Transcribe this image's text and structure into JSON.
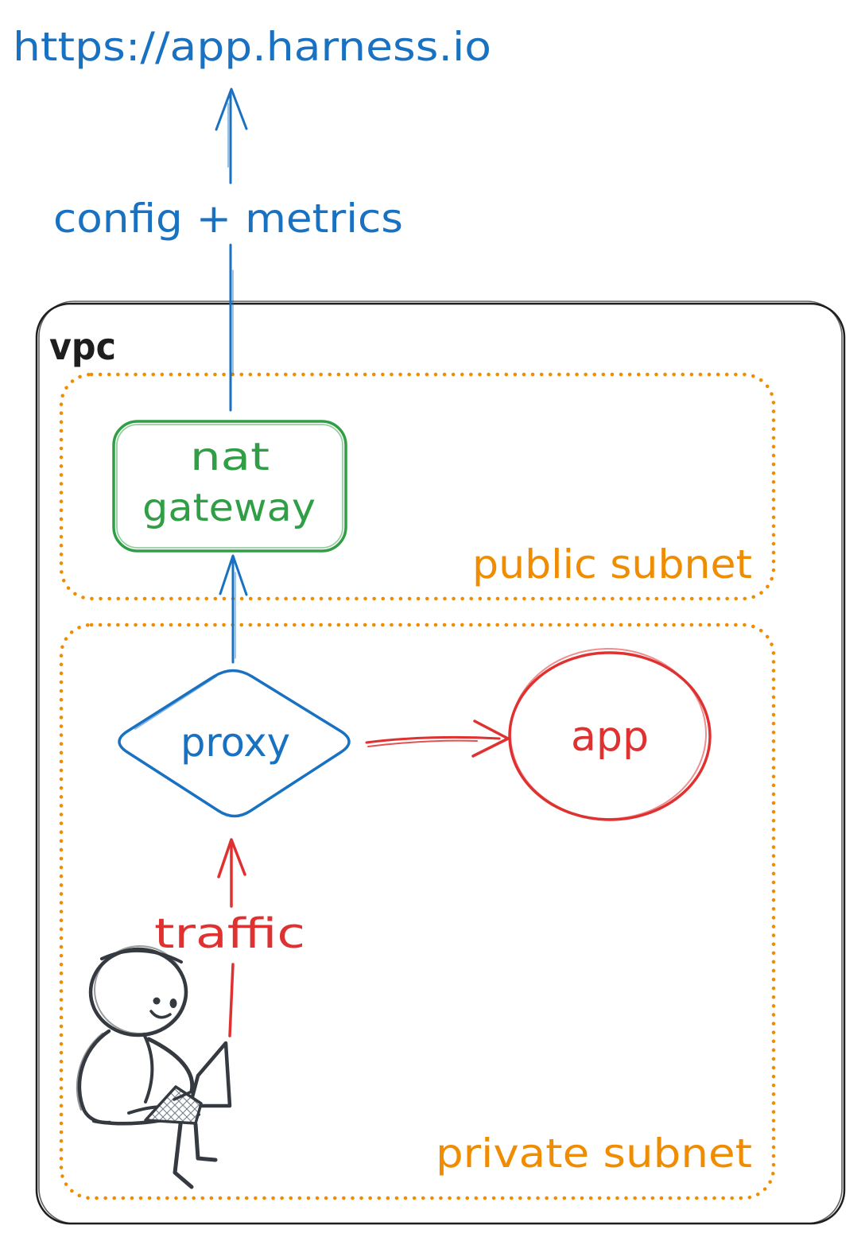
{
  "diagram": {
    "external_endpoint": {
      "label": "https://app.harness.io",
      "color": "#1971c2"
    },
    "colors": {
      "blue": "#1971c2",
      "green": "#2f9e44",
      "orange": "#f08c00",
      "red": "#e03131",
      "ink": "#1e1e1e",
      "figure": "#343a40"
    },
    "containers": {
      "vpc": {
        "label": "vpc",
        "color": "#1e1e1e",
        "border": "solid"
      },
      "public_subnet": {
        "label": "public subnet",
        "color": "#f08c00",
        "border": "dotted"
      },
      "private_subnet": {
        "label": "private subnet",
        "color": "#f08c00",
        "border": "dotted"
      }
    },
    "nodes": {
      "nat_gateway": {
        "label_line1": "nat",
        "label_line2": "gateway",
        "shape": "rounded-rectangle",
        "color": "#2f9e44",
        "subnet": "public"
      },
      "proxy": {
        "label": "proxy",
        "shape": "diamond",
        "color": "#1971c2",
        "subnet": "private"
      },
      "app": {
        "label": "app",
        "shape": "ellipse",
        "color": "#e03131",
        "subnet": "private"
      },
      "user": {
        "shape": "person-with-laptop-sketch",
        "color": "#343a40",
        "subnet": "private"
      }
    },
    "edges": {
      "nat_to_external": {
        "from": "nat gateway",
        "to": "https://app.harness.io",
        "label": "config + metrics",
        "color": "#1971c2",
        "direction": "up"
      },
      "proxy_to_nat": {
        "from": "proxy",
        "to": "nat gateway",
        "label": "",
        "color": "#1971c2",
        "direction": "up"
      },
      "proxy_to_app": {
        "from": "proxy",
        "to": "app",
        "label": "",
        "color": "#e03131",
        "direction": "right"
      },
      "user_to_proxy": {
        "from": "user",
        "to": "proxy",
        "label": "traffic",
        "color": "#e03131",
        "direction": "up"
      }
    }
  }
}
